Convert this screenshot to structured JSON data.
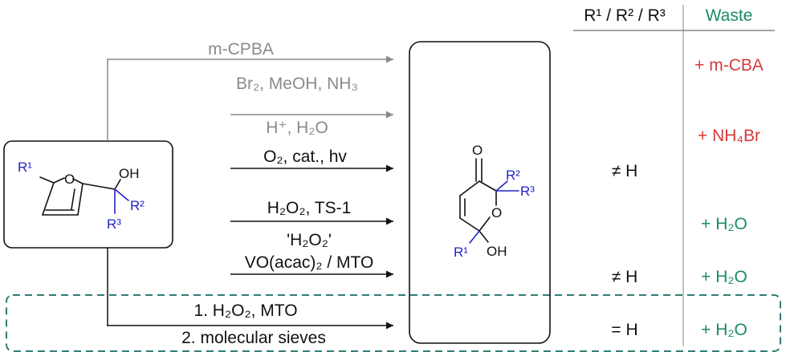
{
  "colors": {
    "black": "#111111",
    "gray": "#8a8a8a",
    "blue": "#2323c8",
    "red": "#d63a3a",
    "green": "#1a8a6a",
    "teal_dash": "#2e7d74"
  },
  "header": {
    "r_groups": "R¹ / R² / R³",
    "waste": "Waste"
  },
  "routes": [
    {
      "reagent_line1": "m-CPBA",
      "reagent_line2": "",
      "r_condition": "",
      "waste": "+ m-CBA"
    },
    {
      "reagent_line1": "Br₂, MeOH, NH₃",
      "reagent_line2": "H⁺, H₂O",
      "r_condition": "",
      "waste": "+ NH₄Br"
    },
    {
      "reagent_line1": "O₂, cat., hv",
      "reagent_line2": "",
      "r_condition": "≠ H",
      "waste": ""
    },
    {
      "reagent_line1": "H₂O₂, TS-1",
      "reagent_line2": "",
      "r_condition": "",
      "waste": "+ H₂O"
    },
    {
      "reagent_line1": "'H₂O₂'",
      "reagent_line2": "VO(acac)₂ / MTO",
      "r_condition": "≠ H",
      "waste": "+ H₂O"
    },
    {
      "reagent_line1": "1. H₂O₂, MTO",
      "reagent_line2": "2. molecular sieves",
      "r_condition": "= H",
      "waste": "+ H₂O"
    }
  ],
  "reactant": {
    "r1": "R¹",
    "o_ring": "O",
    "oh": "OH",
    "r2": "R²",
    "r3": "R³"
  },
  "product": {
    "o_ketone": "O",
    "r2": "R²",
    "r3": "R³",
    "o_ring": "O",
    "r1": "R¹",
    "oh": "OH"
  }
}
